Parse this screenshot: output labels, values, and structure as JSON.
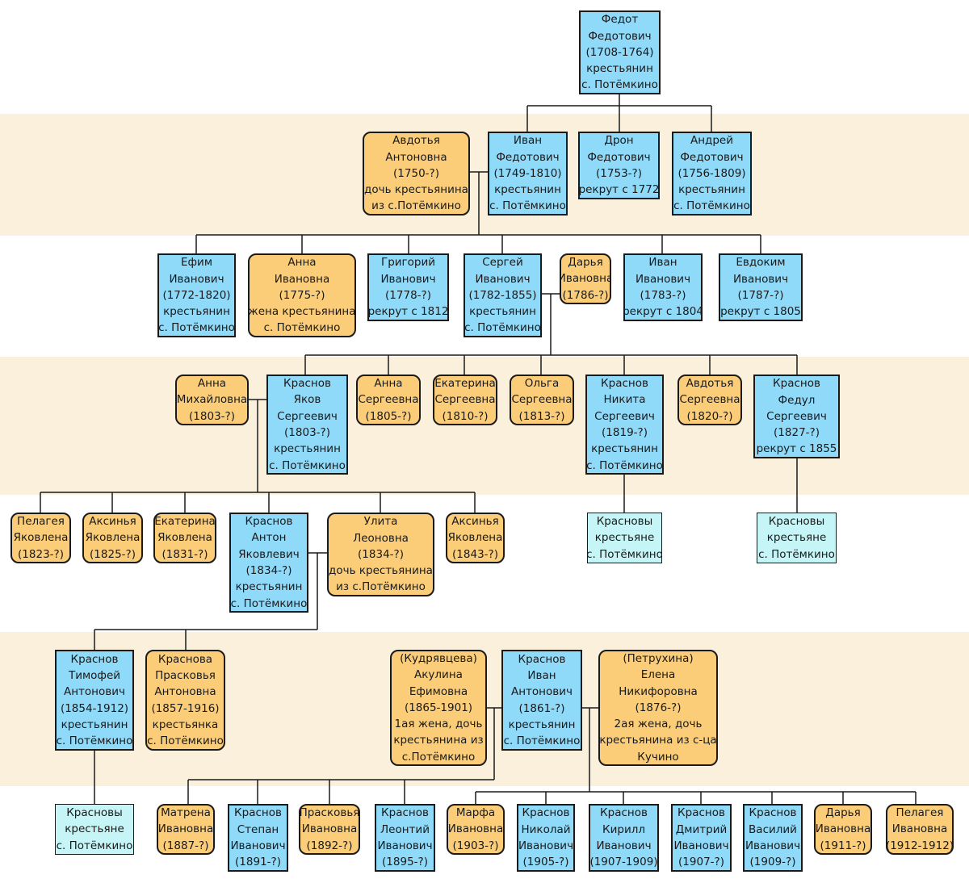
{
  "colors": {
    "male": "#8fd9f9",
    "female": "#fbcd79",
    "group": "#c6f5f7",
    "band": "#fbf0dc",
    "line": "#1a1a1a"
  },
  "people": [
    {
      "id": "fedot",
      "kind": "m",
      "lines": [
        "Федот",
        "Федотович",
        "(1708-1764)",
        "крестьянин",
        "с. Потёмкино"
      ]
    },
    {
      "id": "avdotya_a",
      "kind": "f",
      "lines": [
        "Авдотья",
        "Антоновна",
        "(1750-?)",
        "дочь крестьянина",
        "из с.Потёмкино"
      ]
    },
    {
      "id": "ivan_f",
      "kind": "m",
      "lines": [
        "Иван",
        "Федотович",
        "(1749-1810)",
        "крестьянин",
        "с. Потёмкино"
      ]
    },
    {
      "id": "dron",
      "kind": "m",
      "lines": [
        "Дрон",
        "Федотович",
        "(1753-?)",
        "рекрут с 1772"
      ]
    },
    {
      "id": "andrey",
      "kind": "m",
      "lines": [
        "Андрей",
        "Федотович",
        "(1756-1809)",
        "крестьянин",
        "с. Потёмкино"
      ]
    },
    {
      "id": "efim",
      "kind": "m",
      "lines": [
        "Ефим",
        "Иванович",
        "(1772-1820)",
        "крестьянин",
        "с. Потёмкино"
      ]
    },
    {
      "id": "anna_i",
      "kind": "f",
      "lines": [
        "Анна",
        "Ивановна",
        "(1775-?)",
        "жена крестьянина",
        "с. Потёмкино"
      ]
    },
    {
      "id": "grigoriy",
      "kind": "m",
      "lines": [
        "Григорий",
        "Иванович",
        "(1778-?)",
        "рекрут с 1812"
      ]
    },
    {
      "id": "sergey",
      "kind": "m",
      "lines": [
        "Сергей",
        "Иванович",
        "(1782-1855)",
        "крестьянин",
        "с. Потёмкино"
      ]
    },
    {
      "id": "darya_i",
      "kind": "f",
      "lines": [
        "Дарья",
        "Ивановна",
        "(1786-?)"
      ]
    },
    {
      "id": "ivan_i",
      "kind": "m",
      "lines": [
        "Иван",
        "Иванович",
        "(1783-?)",
        "рекрут с 1804"
      ]
    },
    {
      "id": "evdokim",
      "kind": "m",
      "lines": [
        "Евдоким",
        "Иванович",
        "(1787-?)",
        "рекрут с 1805"
      ]
    },
    {
      "id": "anna_m",
      "kind": "f",
      "lines": [
        "Анна",
        "Михайловна",
        "(1803-?)"
      ]
    },
    {
      "id": "yakov",
      "kind": "m",
      "lines": [
        "Краснов",
        "Яков",
        "Сергеевич",
        "(1803-?)",
        "крестьянин",
        "с. Потёмкино"
      ]
    },
    {
      "id": "anna_s",
      "kind": "f",
      "lines": [
        "Анна",
        "Сергеевна",
        "(1805-?)"
      ]
    },
    {
      "id": "ekaterina_s",
      "kind": "f",
      "lines": [
        "Екатерина",
        "Сергеевна",
        "(1810-?)"
      ]
    },
    {
      "id": "olga",
      "kind": "f",
      "lines": [
        "Ольга",
        "Сергеевна",
        "(1813-?)"
      ]
    },
    {
      "id": "nikita",
      "kind": "m",
      "lines": [
        "Краснов",
        "Никита",
        "Сергеевич",
        "(1819-?)",
        "крестьянин",
        "с. Потёмкино"
      ]
    },
    {
      "id": "avdotya_s",
      "kind": "f",
      "lines": [
        "Авдотья",
        "Сергеевна",
        "(1820-?)"
      ]
    },
    {
      "id": "fedul",
      "kind": "m",
      "lines": [
        "Краснов",
        "Федул",
        "Сергеевич",
        "(1827-?)",
        "рекрут с 1855"
      ]
    },
    {
      "id": "pelageya_y",
      "kind": "f",
      "lines": [
        "Пелагея",
        "Яковлена",
        "(1823-?)"
      ]
    },
    {
      "id": "aksinya_1",
      "kind": "f",
      "lines": [
        "Аксинья",
        "Яковлена",
        "(1825-?)"
      ]
    },
    {
      "id": "ekaterina_y",
      "kind": "f",
      "lines": [
        "Екатерина",
        "Яковлена",
        "(1831-?)"
      ]
    },
    {
      "id": "anton",
      "kind": "m",
      "lines": [
        "Краснов",
        "Антон",
        "Яковлевич",
        "(1834-?)",
        "крестьянин",
        "с. Потёмкино"
      ]
    },
    {
      "id": "ulita",
      "kind": "f",
      "lines": [
        "Улита",
        "Леоновна",
        "(1834-?)",
        "дочь крестьянина",
        "из с.Потёмкино"
      ]
    },
    {
      "id": "aksinya_2",
      "kind": "f",
      "lines": [
        "Аксинья",
        "Яковлена",
        "(1843-?)"
      ]
    },
    {
      "id": "grp_nikita",
      "kind": "g",
      "lines": [
        "Красновы",
        "крестьяне",
        "с. Потёмкино"
      ]
    },
    {
      "id": "grp_fedul",
      "kind": "g",
      "lines": [
        "Красновы",
        "крестьяне",
        "с. Потёмкино"
      ]
    },
    {
      "id": "timofey",
      "kind": "m",
      "lines": [
        "Краснов",
        "Тимофей",
        "Антонович",
        "(1854-1912)",
        "крестьянин",
        "с. Потёмкино"
      ]
    },
    {
      "id": "praskovya_a",
      "kind": "f",
      "lines": [
        "Краснова",
        "Прасковья",
        "Антоновна",
        "(1857-1916)",
        "крестьянка",
        "с. Потёмкино"
      ]
    },
    {
      "id": "akulina",
      "kind": "f",
      "lines": [
        "(Кудрявцева)",
        "Акулина",
        "Ефимовна",
        "(1865-1901)",
        "1ая жена, дочь",
        "крестьянина из",
        "с.Потёмкино"
      ]
    },
    {
      "id": "ivan_a",
      "kind": "m",
      "lines": [
        "Краснов",
        "Иван",
        "Антонович",
        "(1861-?)",
        "крестьянин",
        "с. Потёмкино"
      ]
    },
    {
      "id": "elena",
      "kind": "f",
      "lines": [
        "(Петрухина)",
        "Елена",
        "Никифоровна",
        "(1876-?)",
        "2ая жена, дочь",
        "крестьянина из с-ца",
        "Кучино"
      ]
    },
    {
      "id": "grp_timofey",
      "kind": "g",
      "lines": [
        "Красновы",
        "крестьяне",
        "с. Потёмкино"
      ]
    },
    {
      "id": "matrena",
      "kind": "f",
      "lines": [
        "Матрена",
        "Ивановна",
        "(1887-?)"
      ]
    },
    {
      "id": "stepan",
      "kind": "m",
      "lines": [
        "Краснов",
        "Степан",
        "Иванович",
        "(1891-?)"
      ]
    },
    {
      "id": "praskovya_i",
      "kind": "f",
      "lines": [
        "Прасковья",
        "Ивановна",
        "(1892-?)"
      ]
    },
    {
      "id": "leontiy",
      "kind": "m",
      "lines": [
        "Краснов",
        "Леонтий",
        "Иванович",
        "(1895-?)"
      ]
    },
    {
      "id": "marfa",
      "kind": "f",
      "lines": [
        "Марфа",
        "Ивановна",
        "(1903-?)"
      ]
    },
    {
      "id": "nikolay",
      "kind": "m",
      "lines": [
        "Краснов",
        "Николай",
        "Иванович",
        "(1905-?)"
      ]
    },
    {
      "id": "kirill",
      "kind": "m",
      "lines": [
        "Краснов",
        "Кирилл",
        "Иванович",
        "(1907-1909)"
      ]
    },
    {
      "id": "dmitriy",
      "kind": "m",
      "lines": [
        "Краснов",
        "Дмитрий",
        "Иванович",
        "(1907-?)"
      ]
    },
    {
      "id": "vasiliy",
      "kind": "m",
      "lines": [
        "Краснов",
        "Василий",
        "Иванович",
        "(1909-?)"
      ]
    },
    {
      "id": "darya_iv",
      "kind": "f",
      "lines": [
        "Дарья",
        "Ивановна",
        "(1911-?)"
      ]
    },
    {
      "id": "pelageya_i",
      "kind": "f",
      "lines": [
        "Пелагея",
        "Ивановна",
        "(1912-1912)"
      ]
    }
  ]
}
